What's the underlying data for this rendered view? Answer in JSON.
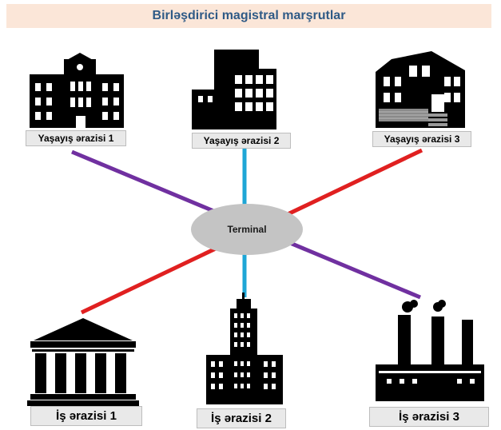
{
  "title": "Birləşdirici magistral marşrutlar",
  "hub": {
    "label": "Terminal"
  },
  "nodes": [
    {
      "id": "res1",
      "label": "Yaşayış ərazisi 1",
      "icon": "residential-building-icon"
    },
    {
      "id": "res2",
      "label": "Yaşayış ərazisi 2",
      "icon": "apartment-building-icon"
    },
    {
      "id": "res3",
      "label": "Yaşayış ərazisi 3",
      "icon": "house-icon"
    },
    {
      "id": "work1",
      "label": "İş  ərazisi 1",
      "icon": "columned-building-icon"
    },
    {
      "id": "work2",
      "label": "İş  ərazisi 2",
      "icon": "skyscraper-icon"
    },
    {
      "id": "work3",
      "label": "İş  ərazisi 3",
      "icon": "factory-icon"
    }
  ],
  "routes": [
    {
      "from": "res1",
      "to": "work3",
      "color": "#7030a0"
    },
    {
      "from": "res2",
      "to": "work2",
      "color": "#1ea6d6"
    },
    {
      "from": "res3",
      "to": "work1",
      "color": "#e02020"
    }
  ]
}
